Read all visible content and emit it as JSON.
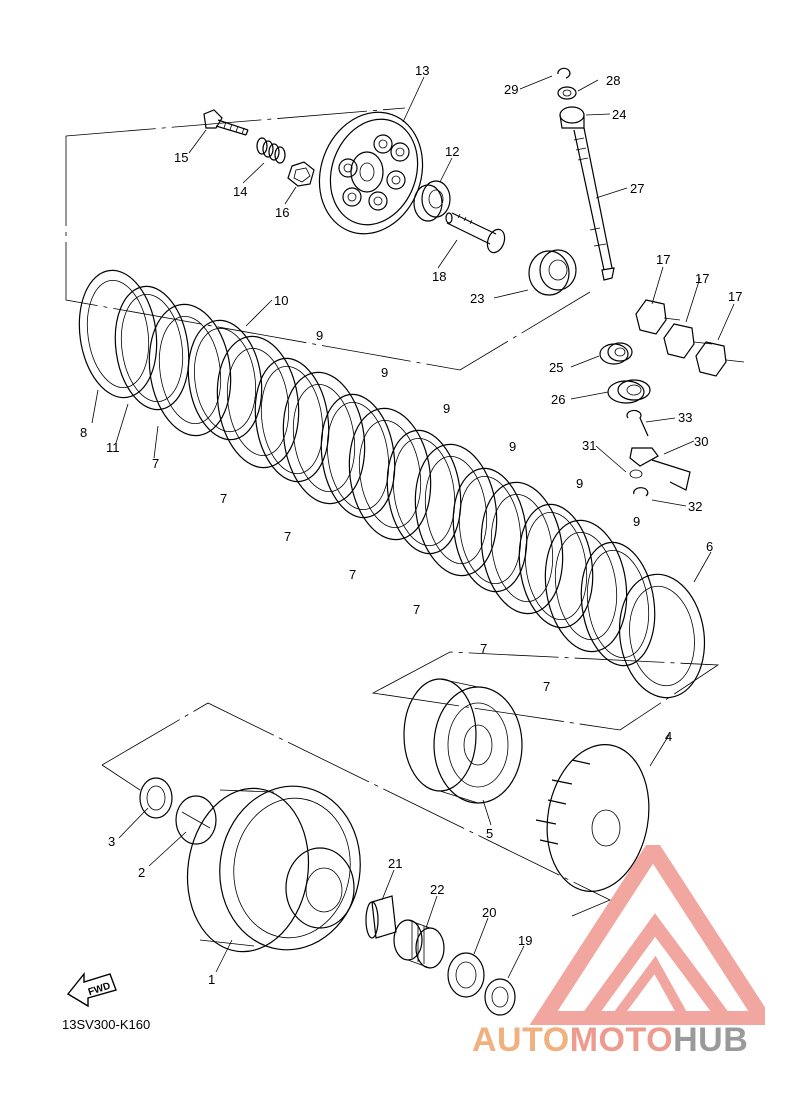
{
  "diagram": {
    "drawing_code": "13SV300-K160",
    "direction_badge": "FWD",
    "callouts": [
      {
        "id": "c1",
        "text": "1"
      },
      {
        "id": "c2",
        "text": "2"
      },
      {
        "id": "c3",
        "text": "3"
      },
      {
        "id": "c4",
        "text": "4"
      },
      {
        "id": "c5",
        "text": "5"
      },
      {
        "id": "c6",
        "text": "6"
      },
      {
        "id": "c7a",
        "text": "7"
      },
      {
        "id": "c7b",
        "text": "7"
      },
      {
        "id": "c7c",
        "text": "7"
      },
      {
        "id": "c7d",
        "text": "7"
      },
      {
        "id": "c7e",
        "text": "7"
      },
      {
        "id": "c7f",
        "text": "7"
      },
      {
        "id": "c7g",
        "text": "7"
      },
      {
        "id": "c8",
        "text": "8"
      },
      {
        "id": "c9a",
        "text": "9"
      },
      {
        "id": "c9b",
        "text": "9"
      },
      {
        "id": "c9c",
        "text": "9"
      },
      {
        "id": "c9d",
        "text": "9"
      },
      {
        "id": "c9e",
        "text": "9"
      },
      {
        "id": "c9f",
        "text": "9"
      },
      {
        "id": "c10",
        "text": "10"
      },
      {
        "id": "c11",
        "text": "11"
      },
      {
        "id": "c12",
        "text": "12"
      },
      {
        "id": "c13",
        "text": "13"
      },
      {
        "id": "c14",
        "text": "14"
      },
      {
        "id": "c15",
        "text": "15"
      },
      {
        "id": "c16",
        "text": "16"
      },
      {
        "id": "c17a",
        "text": "17"
      },
      {
        "id": "c17b",
        "text": "17"
      },
      {
        "id": "c17c",
        "text": "17"
      },
      {
        "id": "c18",
        "text": "18"
      },
      {
        "id": "c19",
        "text": "19"
      },
      {
        "id": "c20",
        "text": "20"
      },
      {
        "id": "c21",
        "text": "21"
      },
      {
        "id": "c22",
        "text": "22"
      },
      {
        "id": "c23",
        "text": "23"
      },
      {
        "id": "c24",
        "text": "24"
      },
      {
        "id": "c25",
        "text": "25"
      },
      {
        "id": "c26",
        "text": "26"
      },
      {
        "id": "c27",
        "text": "27"
      },
      {
        "id": "c28",
        "text": "28"
      },
      {
        "id": "c29",
        "text": "29"
      },
      {
        "id": "c30",
        "text": "30"
      },
      {
        "id": "c31",
        "text": "31"
      },
      {
        "id": "c32",
        "text": "32"
      },
      {
        "id": "c33",
        "text": "33"
      }
    ]
  },
  "watermark": {
    "part_a": "AUTO",
    "part_b": "MOTO",
    "part_c": "HUB",
    "colors": {
      "auto": "#f0b17f",
      "moto": "#ee9a8f",
      "hub": "#9a9a9a",
      "logo": "#f2a6a0"
    }
  }
}
